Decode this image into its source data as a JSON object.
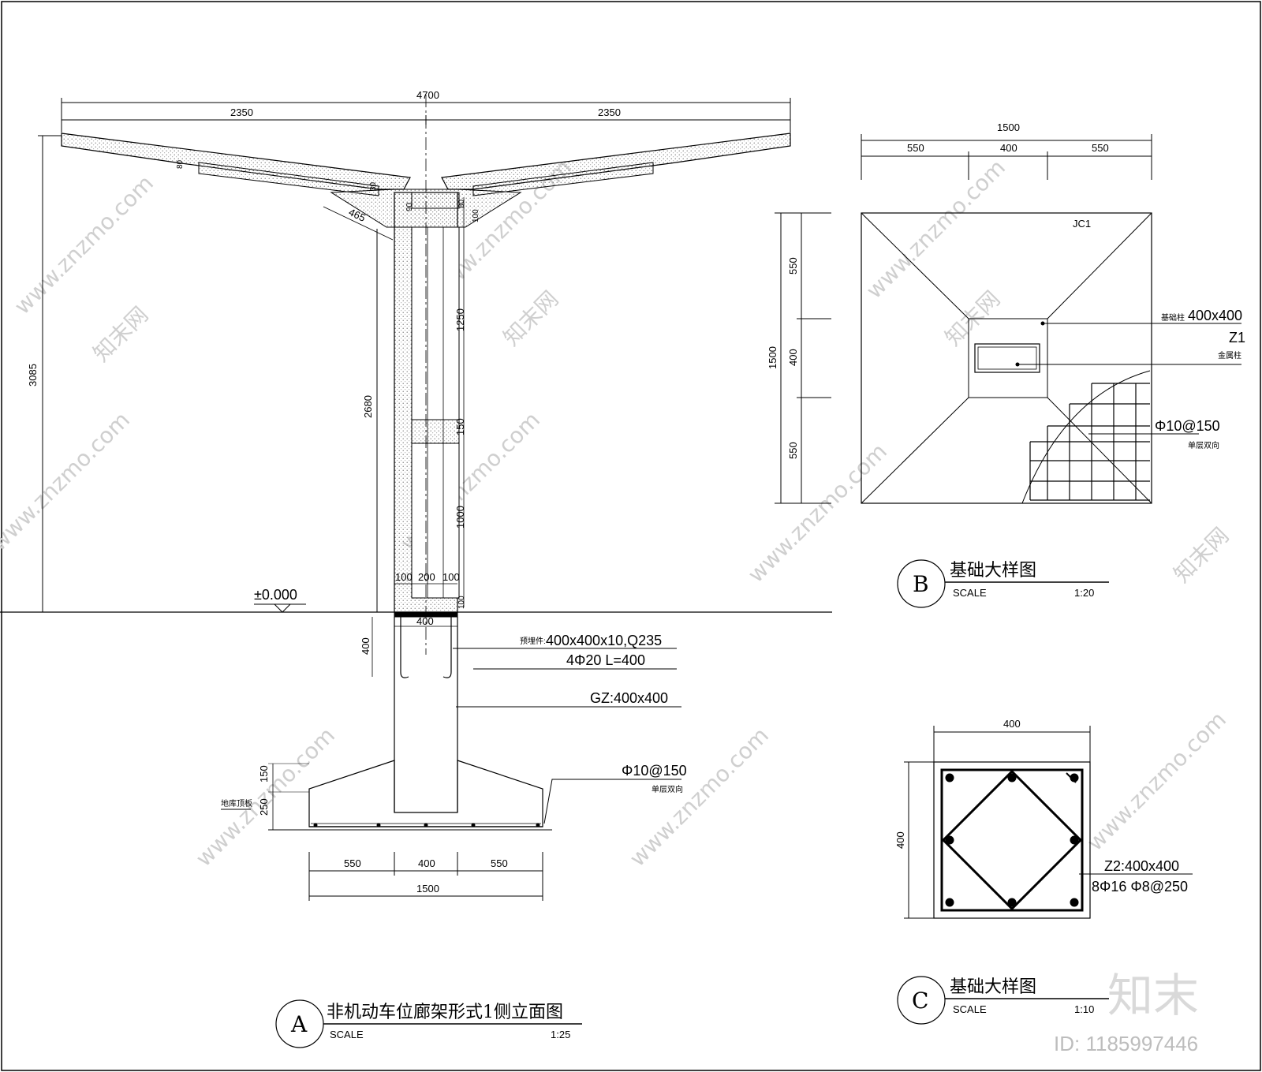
{
  "watermark": {
    "site": "www.znzmo.com",
    "brand": "知末网"
  },
  "logo": {
    "text": "知末",
    "id": "ID: 1185997446"
  },
  "elevation": {
    "dims": {
      "total_width": "4700",
      "half_left": "2350",
      "half_right": "2350",
      "height_total": "3085",
      "column_height": "2680",
      "bracket": "465",
      "beam_thk": "80",
      "d30": "30",
      "d90": "90",
      "d80": "80",
      "d100a": "100",
      "d1250": "1250",
      "d150": "150",
      "d1000": "1000",
      "col_100l": "100",
      "col_200": "200",
      "col_100r": "100",
      "d100b": "100",
      "embed_400w": "400",
      "embed_400h": "400",
      "found_150": "150",
      "found_250": "250",
      "base_550l": "550",
      "base_400": "400",
      "base_550r": "550",
      "base_1500": "1500"
    },
    "level": "±0.000",
    "notes": {
      "embed_label": "预埋件:",
      "embed_spec": "400x400x10,Q235",
      "bolt": "4Φ20     L=400",
      "gz": "GZ:400x400",
      "rebar": "Φ10@150",
      "rebar_sub": "单层双向",
      "slab": "地库顶板"
    },
    "title": {
      "letter": "A",
      "text": "非机动车位廊架形式1侧立面图",
      "scale_label": "SCALE",
      "scale": "1:25"
    }
  },
  "plan": {
    "dims": {
      "top_total": "1500",
      "top_550l": "550",
      "top_400": "400",
      "top_550r": "550",
      "side_1500": "1500",
      "side_550t": "550",
      "side_400": "400",
      "side_550b": "550"
    },
    "tag": "JC1",
    "notes": {
      "base_col_label": "基础柱",
      "base_col_size": "400x400",
      "z1": "Z1",
      "metal_col": "金属柱",
      "rebar": "Φ10@150",
      "rebar_sub": "单层双向"
    },
    "title": {
      "letter": "B",
      "text": "基础大样图",
      "scale_label": "SCALE",
      "scale": "1:20"
    }
  },
  "section": {
    "dims": {
      "width": "400",
      "height": "400"
    },
    "notes": {
      "z2": "Z2:400x400",
      "rebar": "8Φ16   Φ8@250"
    },
    "title": {
      "letter": "C",
      "text": "基础大样图",
      "scale_label": "SCALE",
      "scale": "1:10"
    }
  }
}
